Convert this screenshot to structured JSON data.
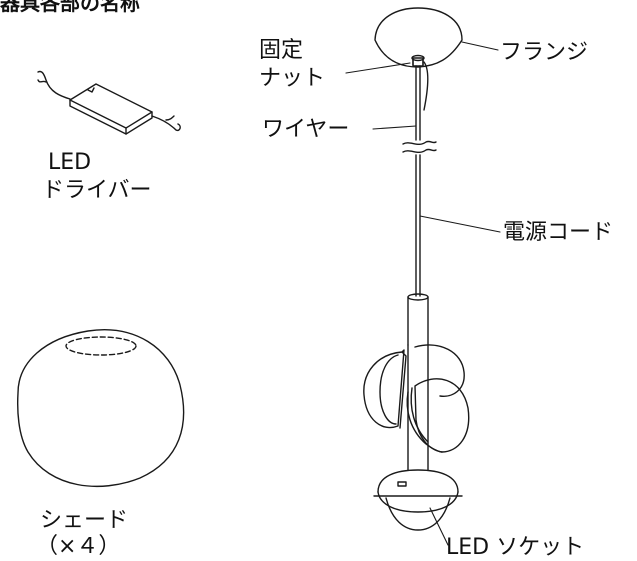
{
  "heading": "器具各部の名称",
  "labels": {
    "fixing_nut": [
      "固定",
      "ナット"
    ],
    "flange": "フランジ",
    "wire": "ワイヤー",
    "power_cord": "電源コード",
    "led_driver": [
      "LED",
      "ドライバー"
    ],
    "shade": [
      "シェード",
      "（×４）"
    ],
    "led_socket": "LED ソケット"
  },
  "colors": {
    "line": "#1a1a1a",
    "background": "#ffffff"
  }
}
